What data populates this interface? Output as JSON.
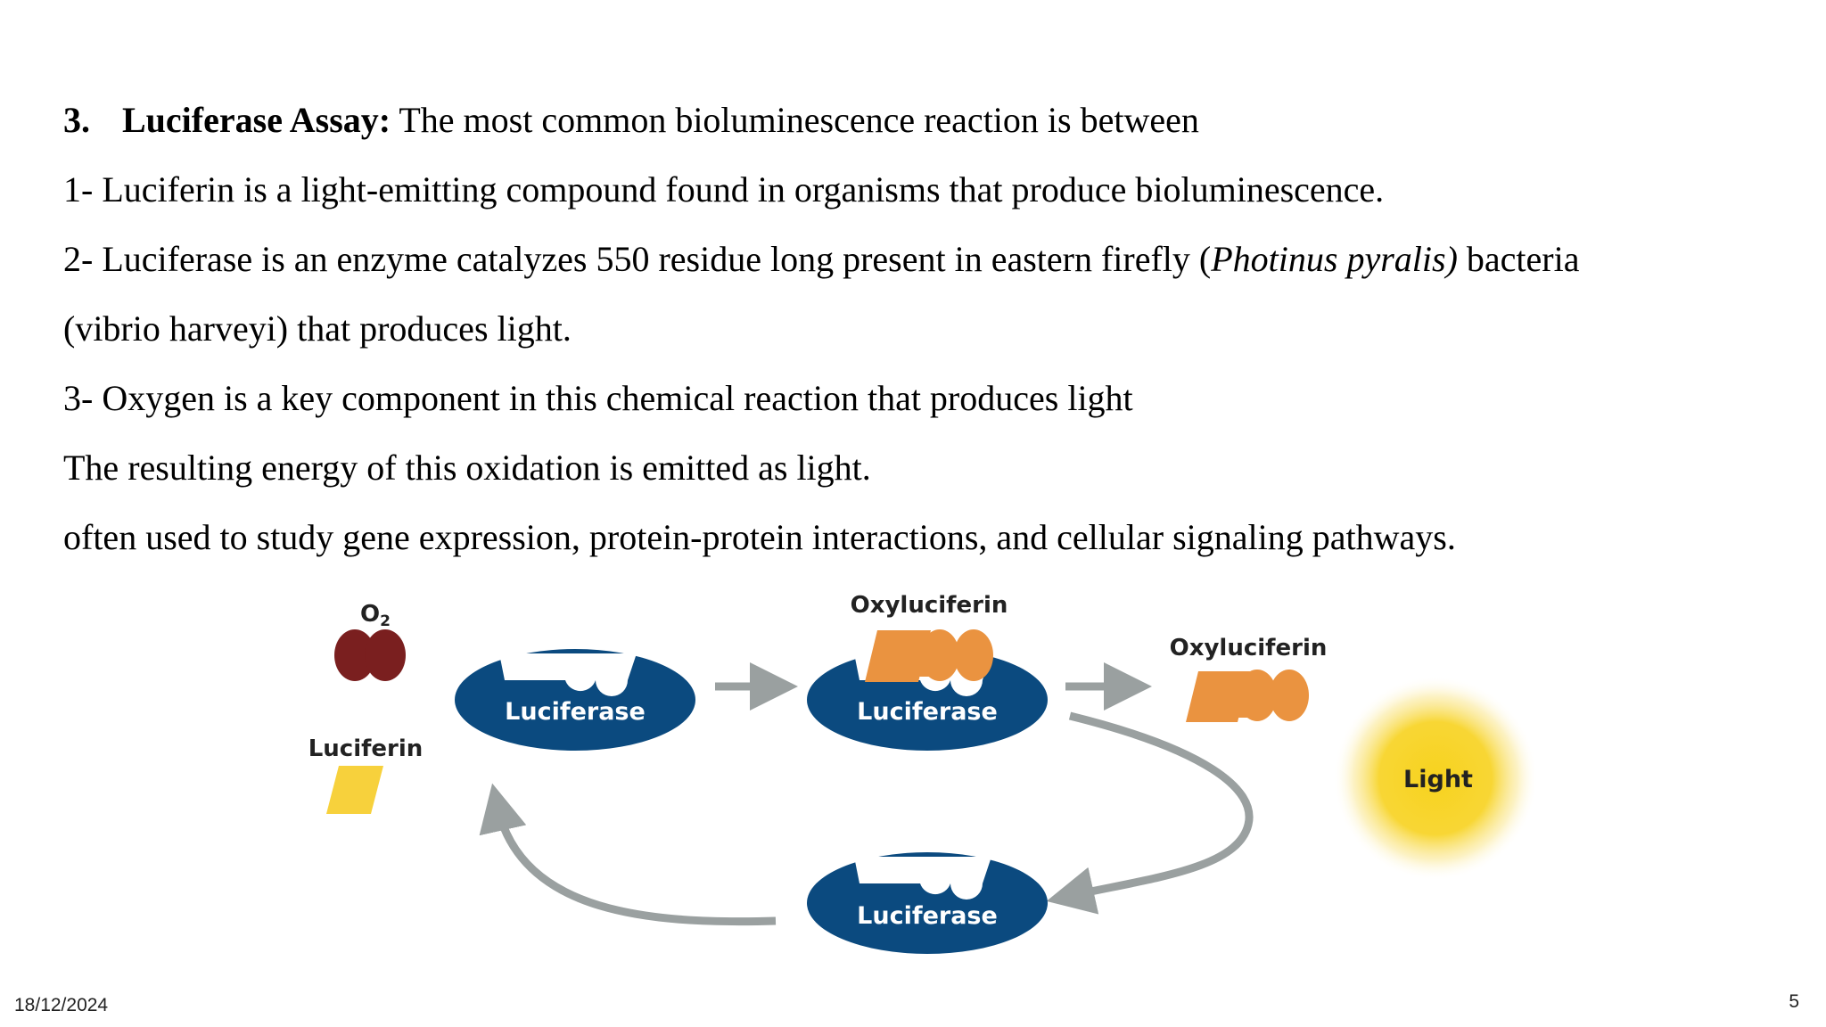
{
  "content": {
    "heading_num": "3.",
    "heading_bold": "Luciferase Assay:",
    "heading_rest": " The most common bioluminescence reaction is between",
    "line1": "1- Luciferin is a light-emitting compound found in organisms that produce bioluminescence.",
    "line2_pre": "2- Luciferase is an enzyme catalyzes 550 residue long present in eastern firefly (",
    "line2_italic": "Photinus pyralis)",
    "line2_post": " bacteria",
    "line3": "(vibrio harveyi) that produces light.",
    "line4": "3- Oxygen is a key component in this chemical reaction that produces light",
    "line5": "The resulting energy of this oxidation is emitted as light.",
    "line6": "often used to study gene expression, protein-protein interactions, and cellular signaling pathways."
  },
  "diagram": {
    "o2_label": "O",
    "o2_sub": "2",
    "luciferin_label": "Luciferin",
    "luciferase_label": "Luciferase",
    "oxyluciferin_label": "Oxyluciferin",
    "light_label": "Light",
    "colors": {
      "enzyme": "#0b4a7f",
      "oxygen": "#7a1f1f",
      "luciferin": "#f7d13c",
      "oxyluciferin": "#ea9340",
      "arrow": "#9aa0a0",
      "light": "#f7d21e"
    }
  },
  "footer": {
    "date": "18/12/2024",
    "page": "5"
  }
}
